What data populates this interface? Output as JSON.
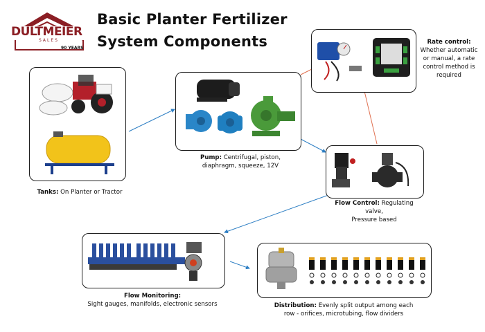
{
  "title": {
    "line1": "Basic Planter Fertilizer",
    "line2": "System Components"
  },
  "logo": {
    "brand": "DULTMEIER",
    "sub": "SALES",
    "years": "90 YEARS"
  },
  "components": {
    "tanks": {
      "label": "Tanks:",
      "text": "On Planter or Tractor"
    },
    "pump": {
      "label": "Pump:",
      "text_line1": "Centrifugal, piston,",
      "text_line2": "diaphragm, squeeze, 12V"
    },
    "rate_control": {
      "label": "Rate control:",
      "text_line1": "Whether automatic",
      "text_line2": "or manual, a rate",
      "text_line3": "control method is",
      "text_line4": "required"
    },
    "flow_control": {
      "label": "Flow Control:",
      "text_line1": "Regulating valve,",
      "text_line2": "Pressure based"
    },
    "flow_monitoring": {
      "label": "Flow Monitoring:",
      "text": "Sight gauges, manifolds, electronic sensors"
    },
    "distribution": {
      "label": "Distribution:",
      "text_line1": "Evenly split output among each",
      "text_line2": "row - orifices, microtubing, flow dividers"
    }
  },
  "colors": {
    "arrow_blue": "#2e7fc4",
    "line_orange": "#e07050",
    "logo_red": "#8b1e24",
    "pump_blue": "#2a86c8",
    "pump_green": "#4a9a3a",
    "tank_yellow": "#f2c31a"
  }
}
